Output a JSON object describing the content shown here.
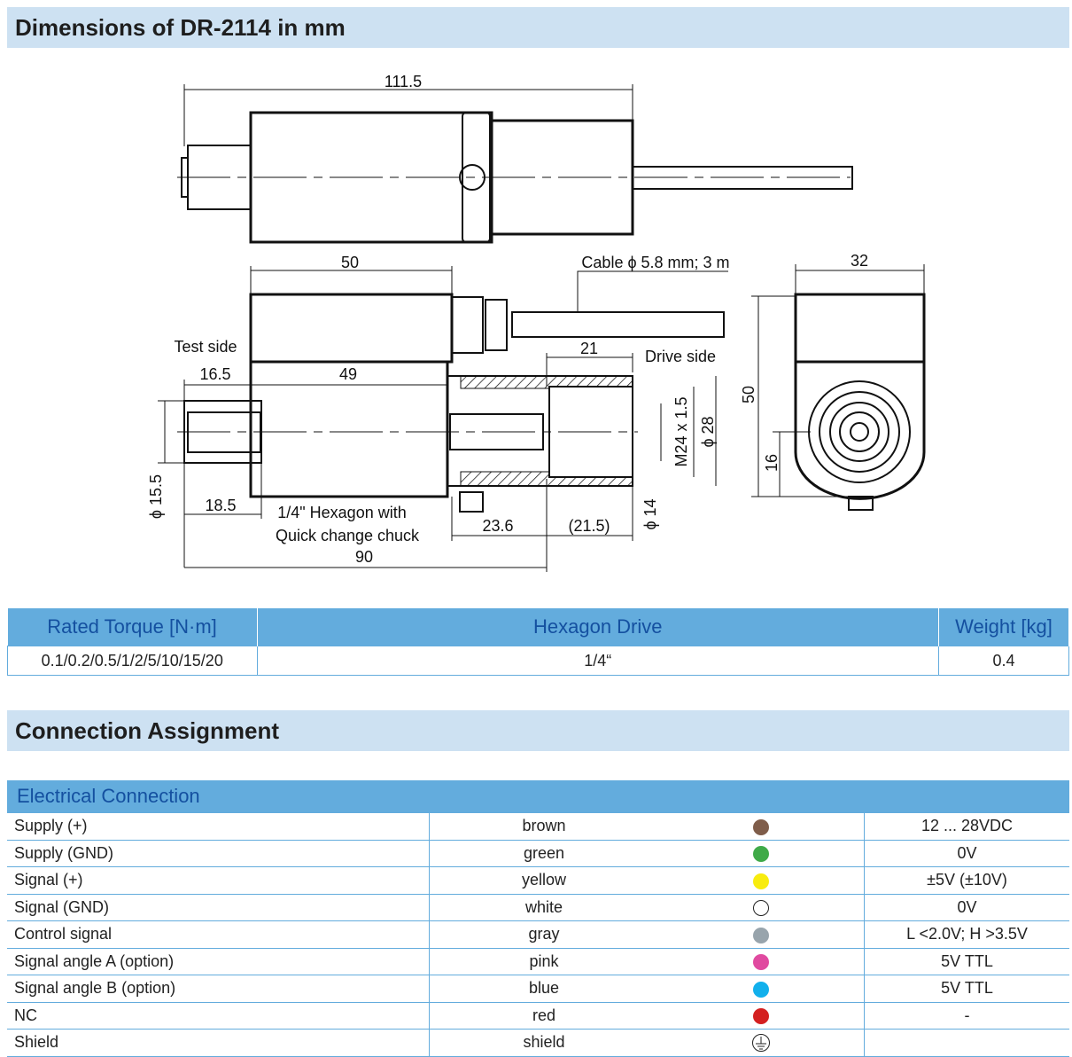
{
  "dimensions_title": "Dimensions of DR-2114 in mm",
  "drawing": {
    "d_111_5": "111.5",
    "d_50": "50",
    "cable": "Cable ϕ 5.8 mm; 3 m",
    "d_32": "32",
    "test_side": "Test side",
    "d_21": "21",
    "drive_side": "Drive side",
    "d_16_5": "16.5",
    "d_49": "49",
    "m24": "M24 x 1.5",
    "d_28": "ϕ 28",
    "d_50_end": "50",
    "d_16": "16",
    "d_15_5": "ϕ 15.5",
    "d_18_5": "18.5",
    "hex_line1": "1/4\" Hexagon with",
    "hex_line2": "Quick change chuck",
    "d_23_6": "23.6",
    "d_21_5": "(21.5)",
    "d_14": "ϕ 14",
    "d_90": "90"
  },
  "spec_table": {
    "headers": [
      "Rated Torque [N·m]",
      "Hexagon Drive",
      "Weight [kg]"
    ],
    "row": [
      "0.1/0.2/0.5/1/2/5/10/15/20",
      "1/4“",
      "0.4"
    ]
  },
  "connection_title": "Connection Assignment",
  "electrical": {
    "header": "Electrical Connection",
    "rows": [
      {
        "signal": "Supply (+)",
        "color": "brown",
        "hex": "#7f5d4a",
        "value": "12 ... 28VDC"
      },
      {
        "signal": "Supply (GND)",
        "color": "green",
        "hex": "#3faa48",
        "value": "0V"
      },
      {
        "signal": "Signal (+)",
        "color": "yellow",
        "hex": "#f8ec0e",
        "value": "±5V (±10V)"
      },
      {
        "signal": "Signal (GND)",
        "color": "white",
        "hex": "#ffffff",
        "value": "0V"
      },
      {
        "signal": "Control signal",
        "color": "gray",
        "hex": "#98a4ac",
        "value": "L <2.0V; H >3.5V"
      },
      {
        "signal": "Signal angle A (option)",
        "color": "pink",
        "hex": "#e04aa0",
        "value": "5V TTL"
      },
      {
        "signal": "Signal angle B (option)",
        "color": "blue",
        "hex": "#12b0ec",
        "value": "5V TTL"
      },
      {
        "signal": "NC",
        "color": "red",
        "hex": "#d42020",
        "value": "-"
      },
      {
        "signal": "Shield",
        "color": "shield",
        "hex": "",
        "value": ""
      }
    ]
  }
}
